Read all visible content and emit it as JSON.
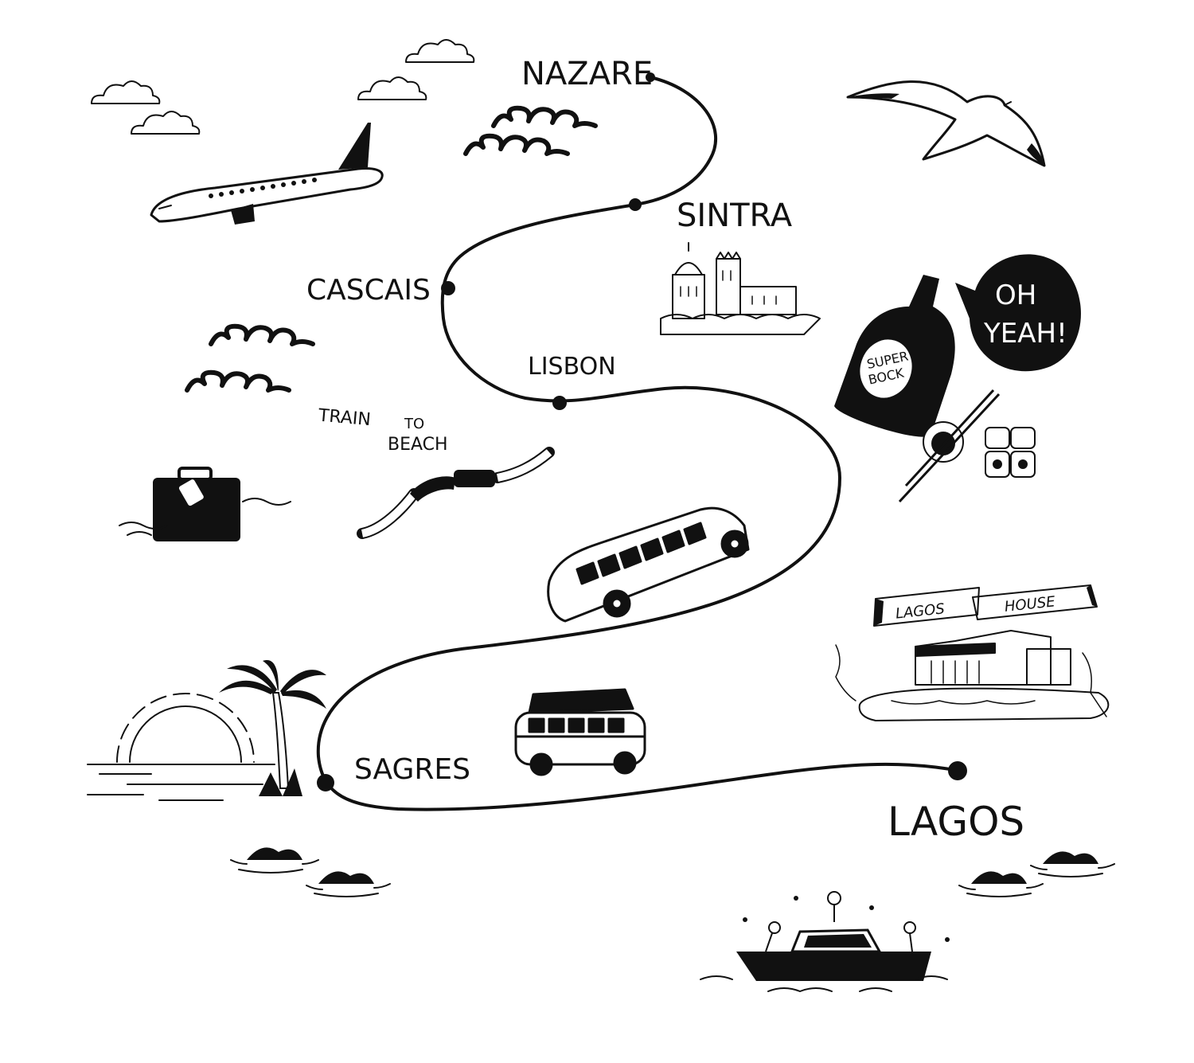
{
  "map": {
    "stops": [
      {
        "id": "nazare",
        "label": "NAZARE"
      },
      {
        "id": "sintra",
        "label": "SINTRA"
      },
      {
        "id": "cascais",
        "label": "CASCAIS"
      },
      {
        "id": "lisbon",
        "label": "LISBON"
      },
      {
        "id": "sagres",
        "label": "SAGRES"
      },
      {
        "id": "lagos",
        "label": "LAGOS"
      }
    ],
    "annotations": {
      "train_line1": "TRAIN",
      "train_to": "TO",
      "train_line2": "BEACH",
      "speech": "OH",
      "speech2": "YEAH!",
      "beer_line1": "SUPER",
      "beer_line2": "BOCK",
      "banner_left": "LAGOS",
      "banner_right": "HOUSE"
    },
    "colors": {
      "ink": "#111111",
      "paper": "#ffffff"
    },
    "icons": [
      "airplane-icon",
      "seagull-icon",
      "wave-icon",
      "cloud-icon",
      "palace-icon",
      "beer-bottle-icon",
      "speech-bubble-icon",
      "sushi-icon",
      "suitcase-icon",
      "train-icon",
      "bus-icon",
      "camper-van-icon",
      "house-icon",
      "banner-icon",
      "sunset-icon",
      "palm-tree-icon",
      "rock-icon",
      "boat-icon"
    ]
  }
}
